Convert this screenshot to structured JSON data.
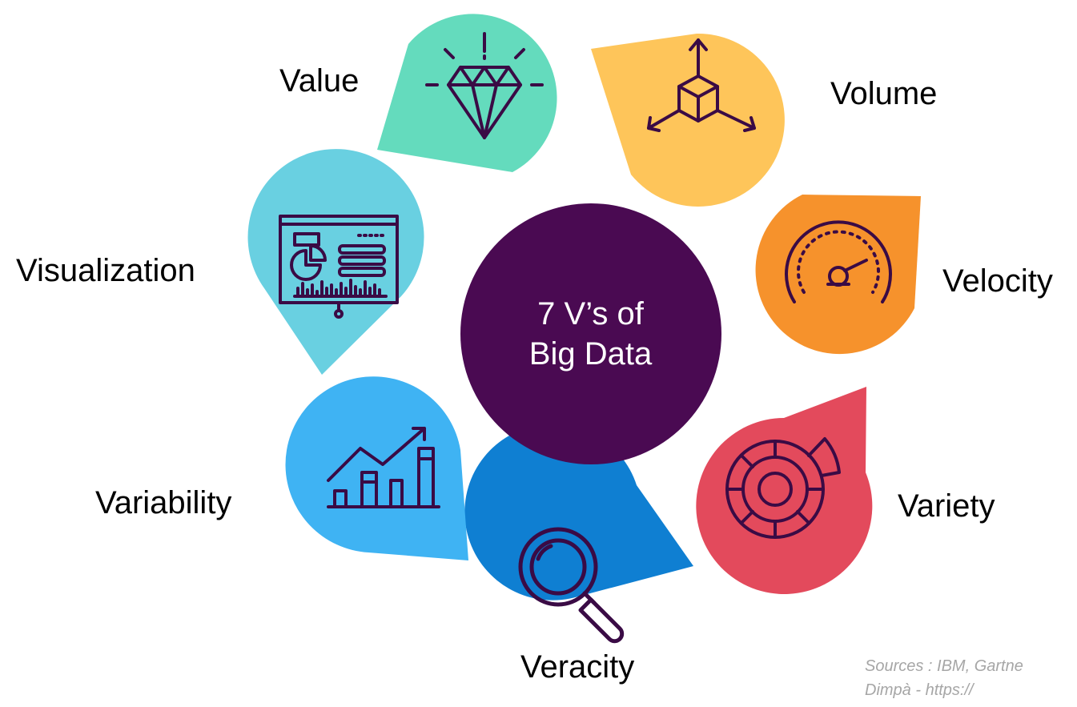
{
  "colors": {
    "center": "#4a0a52",
    "icon_stroke": "#3a0b45",
    "label_text": "#000000",
    "source_text": "#a6a6a6",
    "value": "#64dbbd",
    "volume": "#fec55a",
    "velocity": "#f6922c",
    "variety": "#e34a5c",
    "veracity": "#0f7fd2",
    "variability": "#3fb3f3",
    "visualization": "#69d0e1"
  },
  "center": {
    "line1": "7 V’s of",
    "line2": "Big Data"
  },
  "items": [
    {
      "key": "value",
      "label": "Value",
      "icon": "diamond-icon"
    },
    {
      "key": "volume",
      "label": "Volume",
      "icon": "cube-arrows-icon"
    },
    {
      "key": "velocity",
      "label": "Velocity",
      "icon": "speedometer-icon"
    },
    {
      "key": "variety",
      "label": "Variety",
      "icon": "radial-segments-icon"
    },
    {
      "key": "veracity",
      "label": "Veracity",
      "icon": "magnifier-icon"
    },
    {
      "key": "variability",
      "label": "Variability",
      "icon": "bar-chart-trend-icon"
    },
    {
      "key": "visualization",
      "label": "Visualization",
      "icon": "presentation-board-icon"
    }
  ],
  "sources": {
    "line1": "Sources : IBM, Gartne",
    "line2": "Dimpà - https://"
  }
}
